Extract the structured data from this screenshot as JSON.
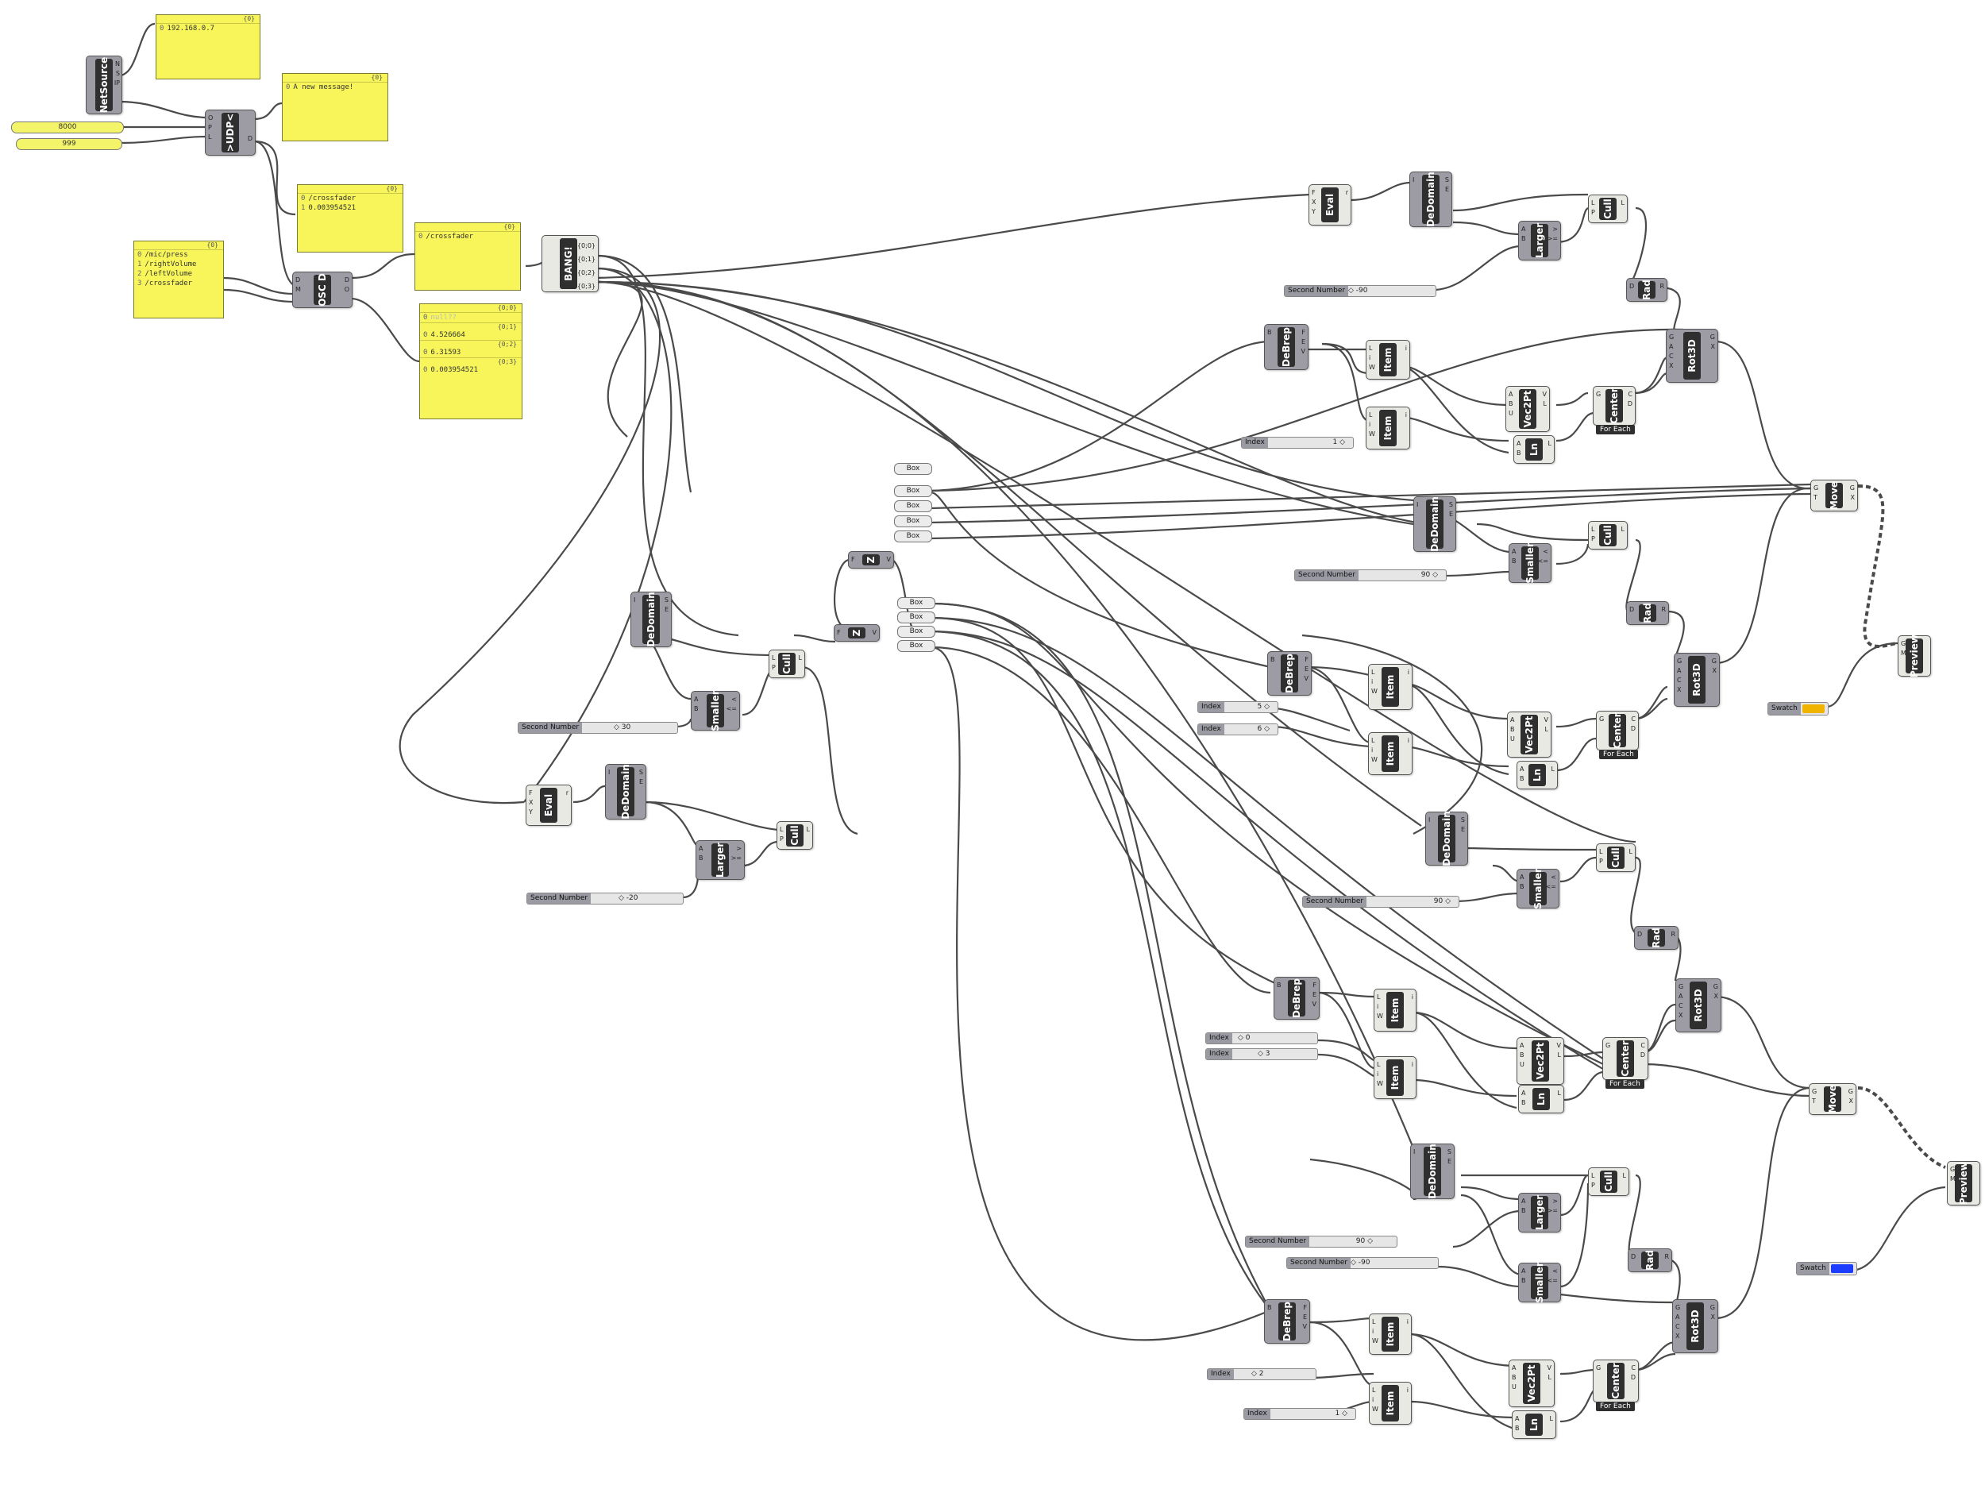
{
  "colors": {
    "panel": "#f7f55a",
    "component_dark": "#2f2f2f",
    "wire": "#4a4a4a",
    "swatch_orange": "#f0b400",
    "swatch_blue": "#1c3cff"
  },
  "netsource": {
    "label": "NetSource",
    "in": [
      "N",
      "S",
      "IP"
    ]
  },
  "udp": {
    "label": ">UDP<",
    "in": [
      "O",
      "P",
      "L"
    ],
    "out": [
      "D"
    ]
  },
  "osc": {
    "label": "OSC D",
    "in": [
      "D",
      "M"
    ],
    "out": [
      "D",
      "O"
    ]
  },
  "bang": {
    "label": "BANG!",
    "out": [
      "{0;0}",
      "{0;1}",
      "{0;2}",
      "{0;3}"
    ]
  },
  "panels": {
    "ip": {
      "header": "{0}",
      "rows": [
        {
          "i": "0",
          "t": "192.168.0.7"
        }
      ]
    },
    "msg": {
      "header": "{0}",
      "rows": [
        {
          "i": "0",
          "t": "A new message!"
        }
      ]
    },
    "cross1": {
      "header": "{0}",
      "rows": [
        {
          "i": "0",
          "t": "/crossfader"
        },
        {
          "i": "1",
          "t": "0.003954521"
        }
      ]
    },
    "addresses": {
      "header": "{0}",
      "rows": [
        {
          "i": "0",
          "t": "/mic/press"
        },
        {
          "i": "1",
          "t": "/rightVolume"
        },
        {
          "i": "2",
          "t": "/leftVolume"
        },
        {
          "i": "3",
          "t": "/crossfader"
        }
      ]
    },
    "cross2": {
      "header": "{0}",
      "rows": [
        {
          "i": "0",
          "t": "/crossfader"
        }
      ]
    },
    "values": {
      "h0": "{0;0}",
      "r0": "null??",
      "h1": "{0;1}",
      "r1": "4.526664",
      "h2": "{0;2}",
      "r2": "6.31593",
      "h3": "{0;3}",
      "r3": "0.003954521"
    }
  },
  "number_inputs": {
    "port": "8000",
    "value999": "999"
  },
  "sliders": {
    "s_m90_top": {
      "name": "Second Number",
      "value": "◇ -90"
    },
    "s_90_mid": {
      "name": "Second Number",
      "value": "90 ◇"
    },
    "s_30": {
      "name": "Second Number",
      "value": "◇ 30"
    },
    "s_m20": {
      "name": "Second Number",
      "value": "◇ -20"
    },
    "s_90_low": {
      "name": "Second Number",
      "value": "90 ◇"
    },
    "s_90_b": {
      "name": "Second Number",
      "value": "90 ◇"
    },
    "s_m90_b": {
      "name": "Second Number",
      "value": "◇ -90"
    },
    "idx1_a": {
      "name": "Index",
      "value": "1 ◇"
    },
    "idx5": {
      "name": "Index",
      "value": "5 ◇"
    },
    "idx6": {
      "name": "Index",
      "value": "6 ◇"
    },
    "idx0": {
      "name": "Index",
      "value": "◇ 0"
    },
    "idx3": {
      "name": "Index",
      "value": "◇ 3"
    },
    "idx2": {
      "name": "Index",
      "value": "◇ 2"
    },
    "idx1_b": {
      "name": "Index",
      "value": "1 ◇"
    }
  },
  "box_label": "Box",
  "swatch_label": "Swatch",
  "labels": {
    "eval": "Eval",
    "dedomain": "DeDomain",
    "larger": "Larger",
    "smaller": "Smaller",
    "cull": "Cull",
    "rad": "Rad",
    "rot3d": "Rot3D",
    "debrep": "DeBrep",
    "item": "Item",
    "vec2pt": "Vec2Pt",
    "ln": "Ln",
    "center": "Center",
    "foreach": "For Each",
    "move": "Move",
    "preview": "Preview",
    "z": "Z"
  },
  "pins": {
    "eval_in": [
      "F",
      "X",
      "Y"
    ],
    "eval_out": [
      "r"
    ],
    "dedomain_in": [
      "I"
    ],
    "dedomain_out": [
      "S",
      "E"
    ],
    "cmp_in": [
      "A",
      "B"
    ],
    "larger_out": [
      ">",
      ">="
    ],
    "smaller_out": [
      "<",
      "<="
    ],
    "cull_in": [
      "L",
      "P"
    ],
    "cull_out": [
      "L"
    ],
    "rad_in": [
      "D"
    ],
    "rad_out": [
      "R"
    ],
    "rot_in": [
      "G",
      "A",
      "C",
      "X"
    ],
    "rot_out": [
      "G",
      "X"
    ],
    "debrep_in": [
      "B"
    ],
    "debrep_out": [
      "F",
      "E",
      "V"
    ],
    "item_in": [
      "L",
      "i",
      "W"
    ],
    "item_out": [
      "i"
    ],
    "vec_in": [
      "A",
      "B",
      "U"
    ],
    "vec_out": [
      "V",
      "L"
    ],
    "ln_in": [
      "A",
      "B"
    ],
    "ln_out": [
      "L"
    ],
    "center_in": [
      "G"
    ],
    "center_out": [
      "C",
      "D"
    ],
    "move_in": [
      "G",
      "T"
    ],
    "move_out": [
      "G",
      "X"
    ],
    "preview_in": [
      "G",
      "M"
    ],
    "z_in": [
      "F"
    ],
    "z_out": [
      "V"
    ]
  }
}
